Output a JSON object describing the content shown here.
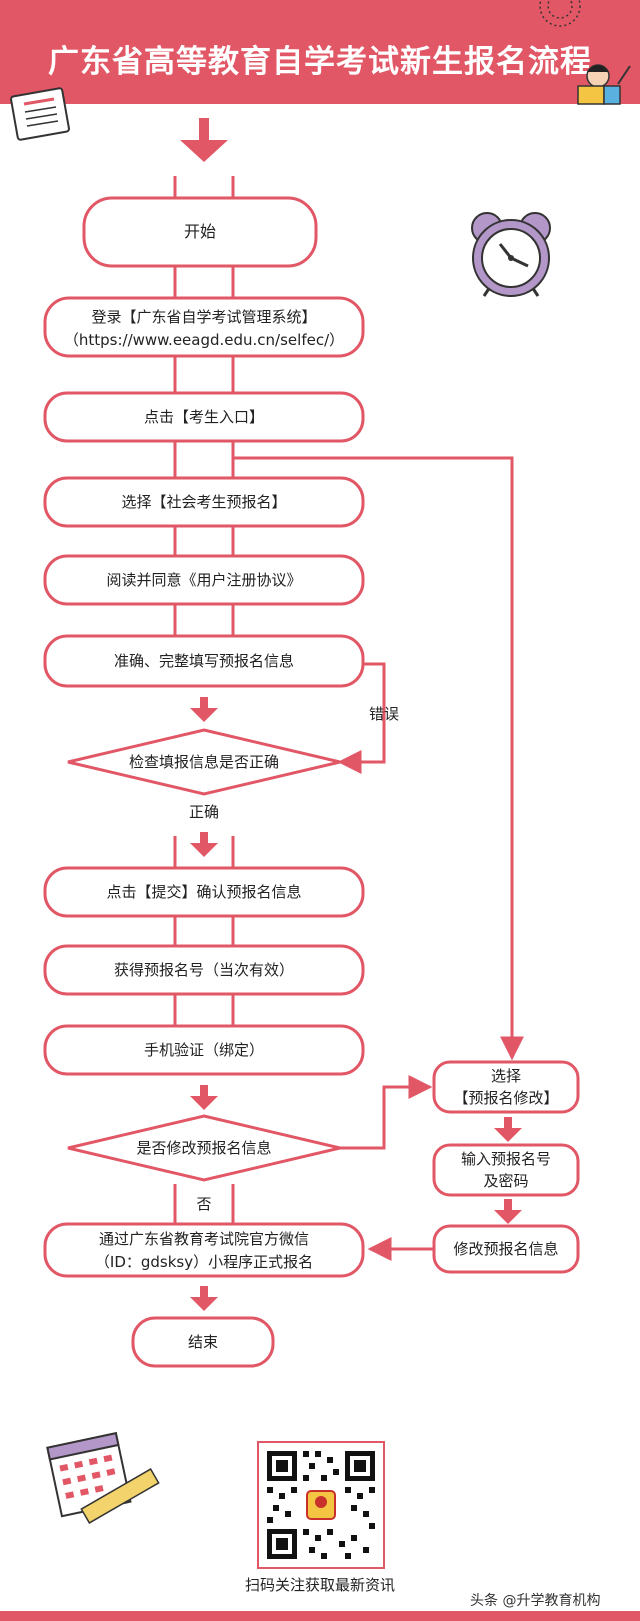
{
  "header": {
    "title": "广东省高等教育自学考试新生报名流程"
  },
  "nodes": {
    "start": "开始",
    "login_1": "登录【广东省自学考试管理系统】",
    "login_2": "（https://www.eeagd.edu.cn/selfec/）",
    "entry": "点击【考生入口】",
    "choose_social": "选择【社会考生预报名】",
    "agreement": "阅读并同意《用户注册协议》",
    "fill_info": "准确、完整填写预报名信息",
    "check_info": "检查填报信息是否正确",
    "submit": "点击【提交】确认预报名信息",
    "get_number": "获得预报名号（当次有效）",
    "phone_verify": "手机验证（绑定）",
    "modify_question": "是否修改预报名信息",
    "official_1": "通过广东省教育考试院官方微信",
    "official_2": "（ID：gdsksy）小程序正式报名",
    "end": "结束",
    "select_modify_1": "选择",
    "select_modify_2": "【预报名修改】",
    "input_number_1": "输入预报名号",
    "input_number_2": "及密码",
    "modify_info": "修改预报名信息"
  },
  "edges": {
    "wrong": "错误",
    "correct": "正确",
    "no": "否"
  },
  "qr": {
    "caption": "扫码关注获取最新资讯"
  },
  "watermark": "头条 @升学教育机构",
  "colors": {
    "accent": "#e25765",
    "clock": "#b497c9",
    "paper": "#f7c3c9"
  }
}
